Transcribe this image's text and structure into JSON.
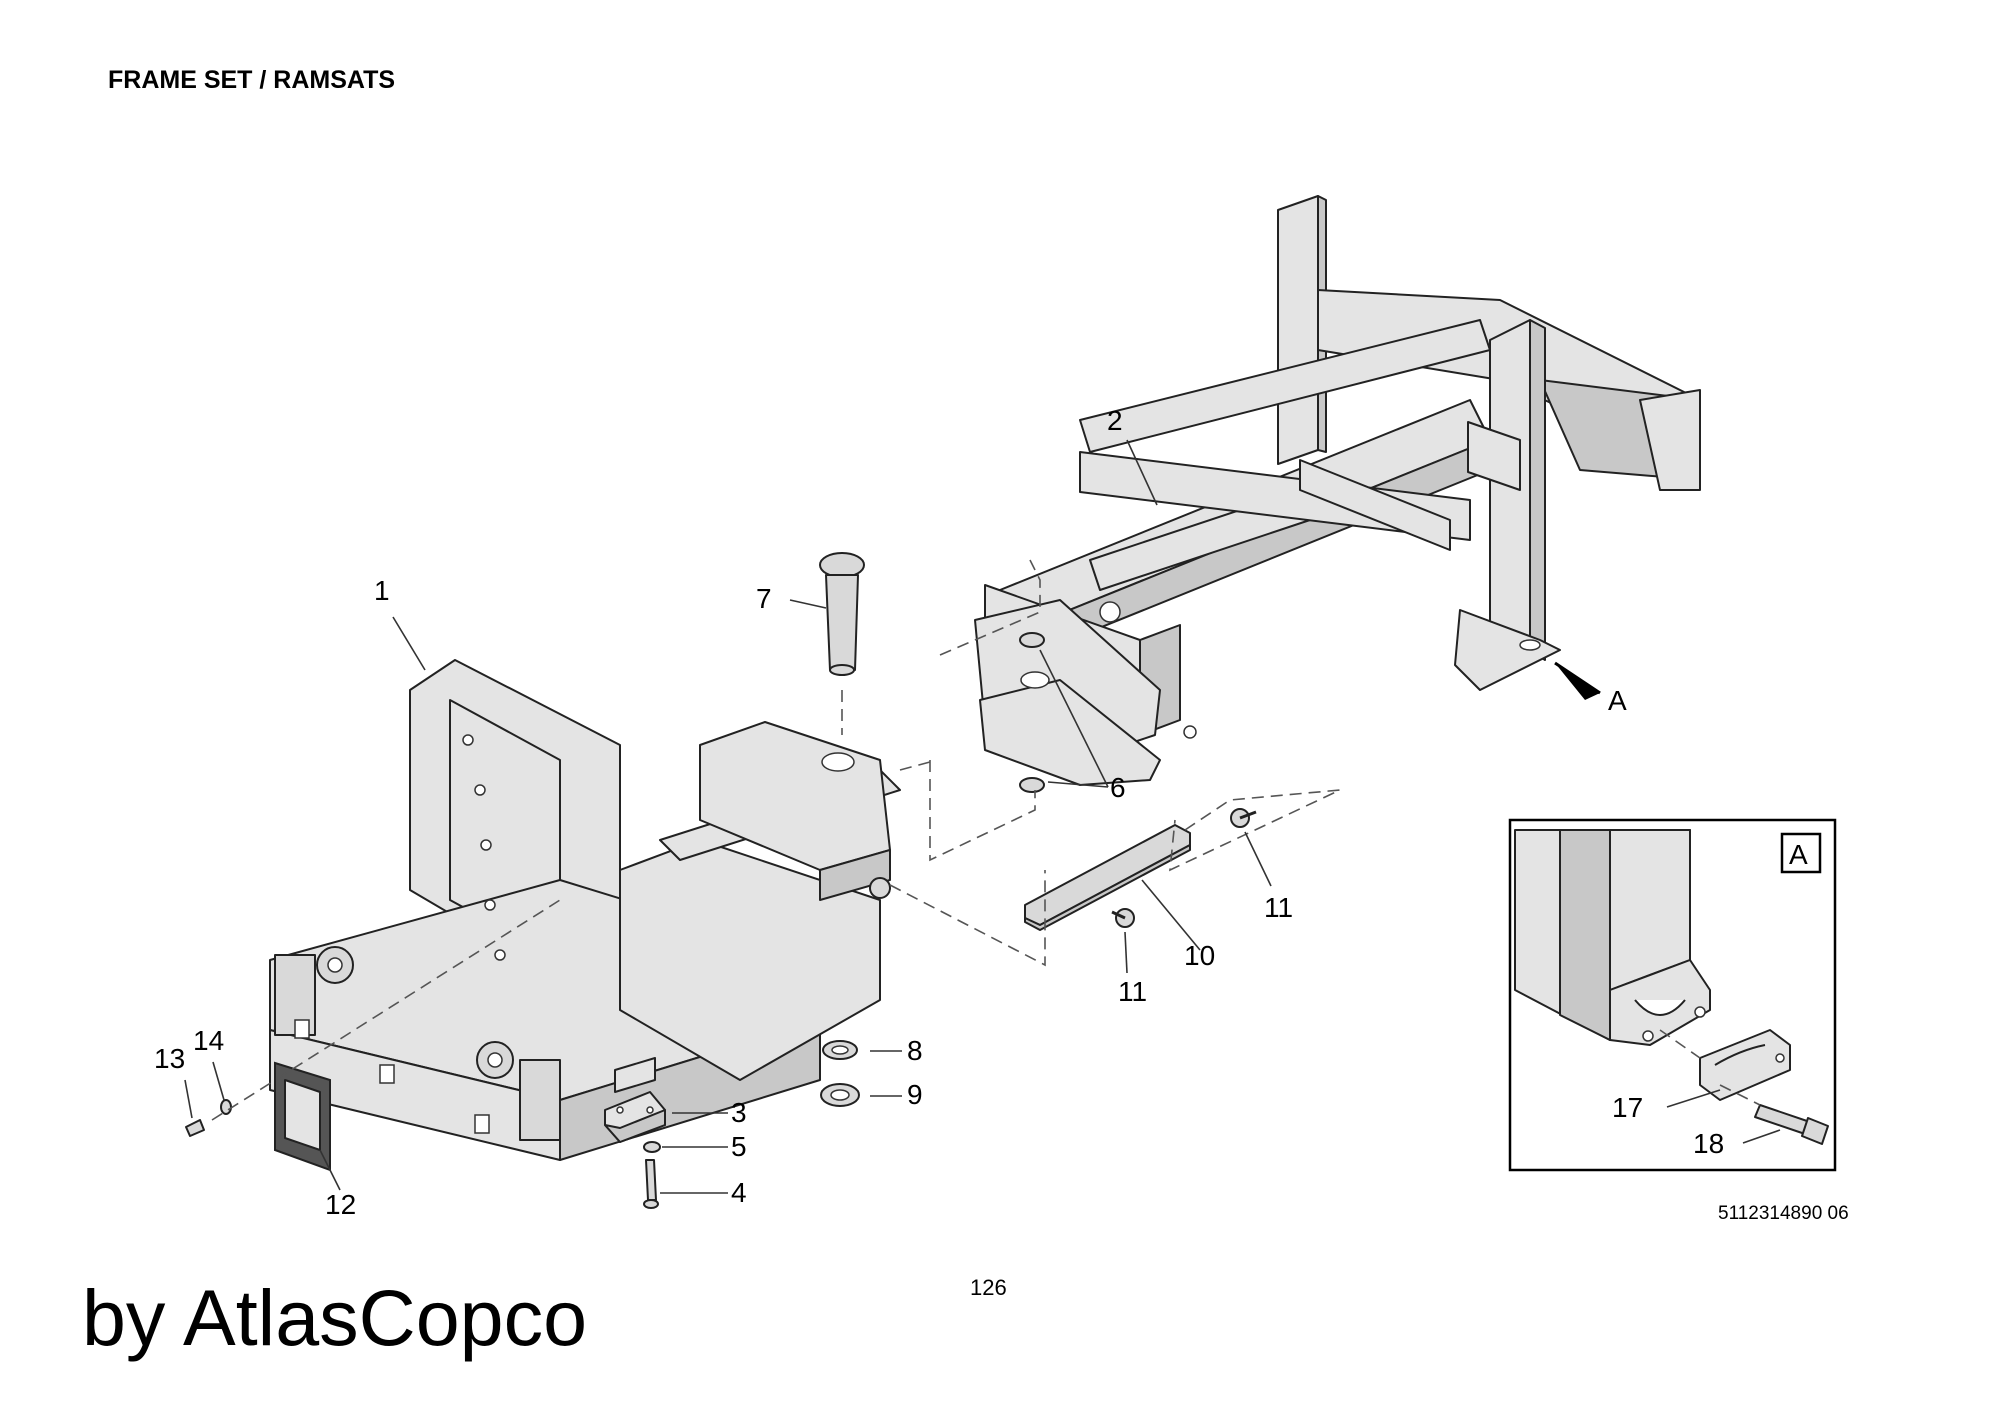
{
  "header": {
    "title": "FRAME SET / RAMSATS"
  },
  "callouts": {
    "c1": "1",
    "c2": "2",
    "c3": "3",
    "c4": "4",
    "c5": "5",
    "c6": "6",
    "c7": "7",
    "c8": "8",
    "c9": "9",
    "c10": "10",
    "c11a": "11",
    "c11b": "11",
    "c12": "12",
    "c13": "13",
    "c14": "14",
    "c17": "17",
    "c18": "18",
    "view_arrow": "A",
    "detail_label": "A"
  },
  "footer": {
    "drawing_number": "5112314890 06",
    "page_number": "126",
    "brand": "by AtlasCopco"
  }
}
